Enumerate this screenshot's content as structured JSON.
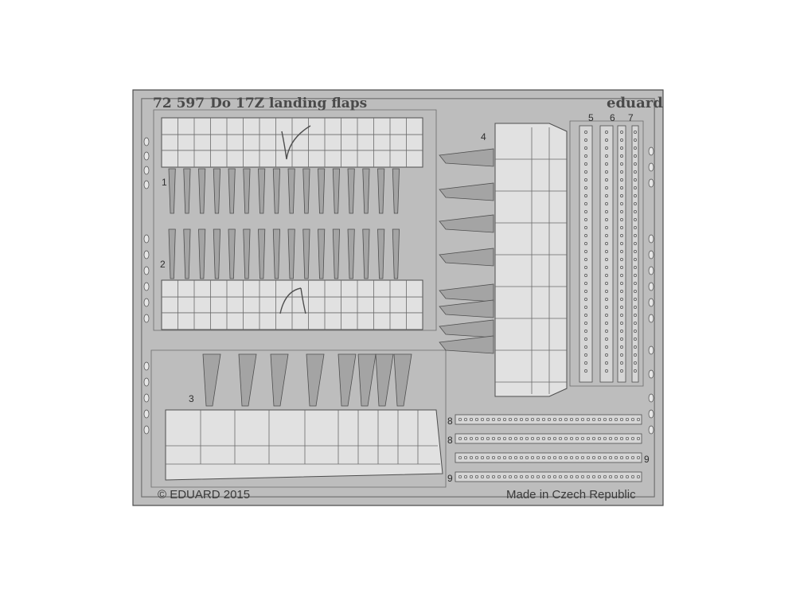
{
  "sheet": {
    "product_code": "72 597",
    "product_name": "Do 17Z landing flaps",
    "brand": "eduard",
    "copyright": "© EDUARD 2015",
    "origin": "Made in Czech Republic"
  },
  "parts": {
    "p1": "1",
    "p2": "2",
    "p3": "3",
    "p4": "4",
    "p5": "5",
    "p6": "6",
    "p7": "7",
    "p8a": "8",
    "p8b": "8",
    "p9a": "9",
    "p9b": "9"
  },
  "colors": {
    "metal": "#bdbdbd",
    "metal_dark": "#a4a4a4",
    "panel": "#e1e1e1",
    "line": "#4e4e4e",
    "background": "#ffffff"
  }
}
